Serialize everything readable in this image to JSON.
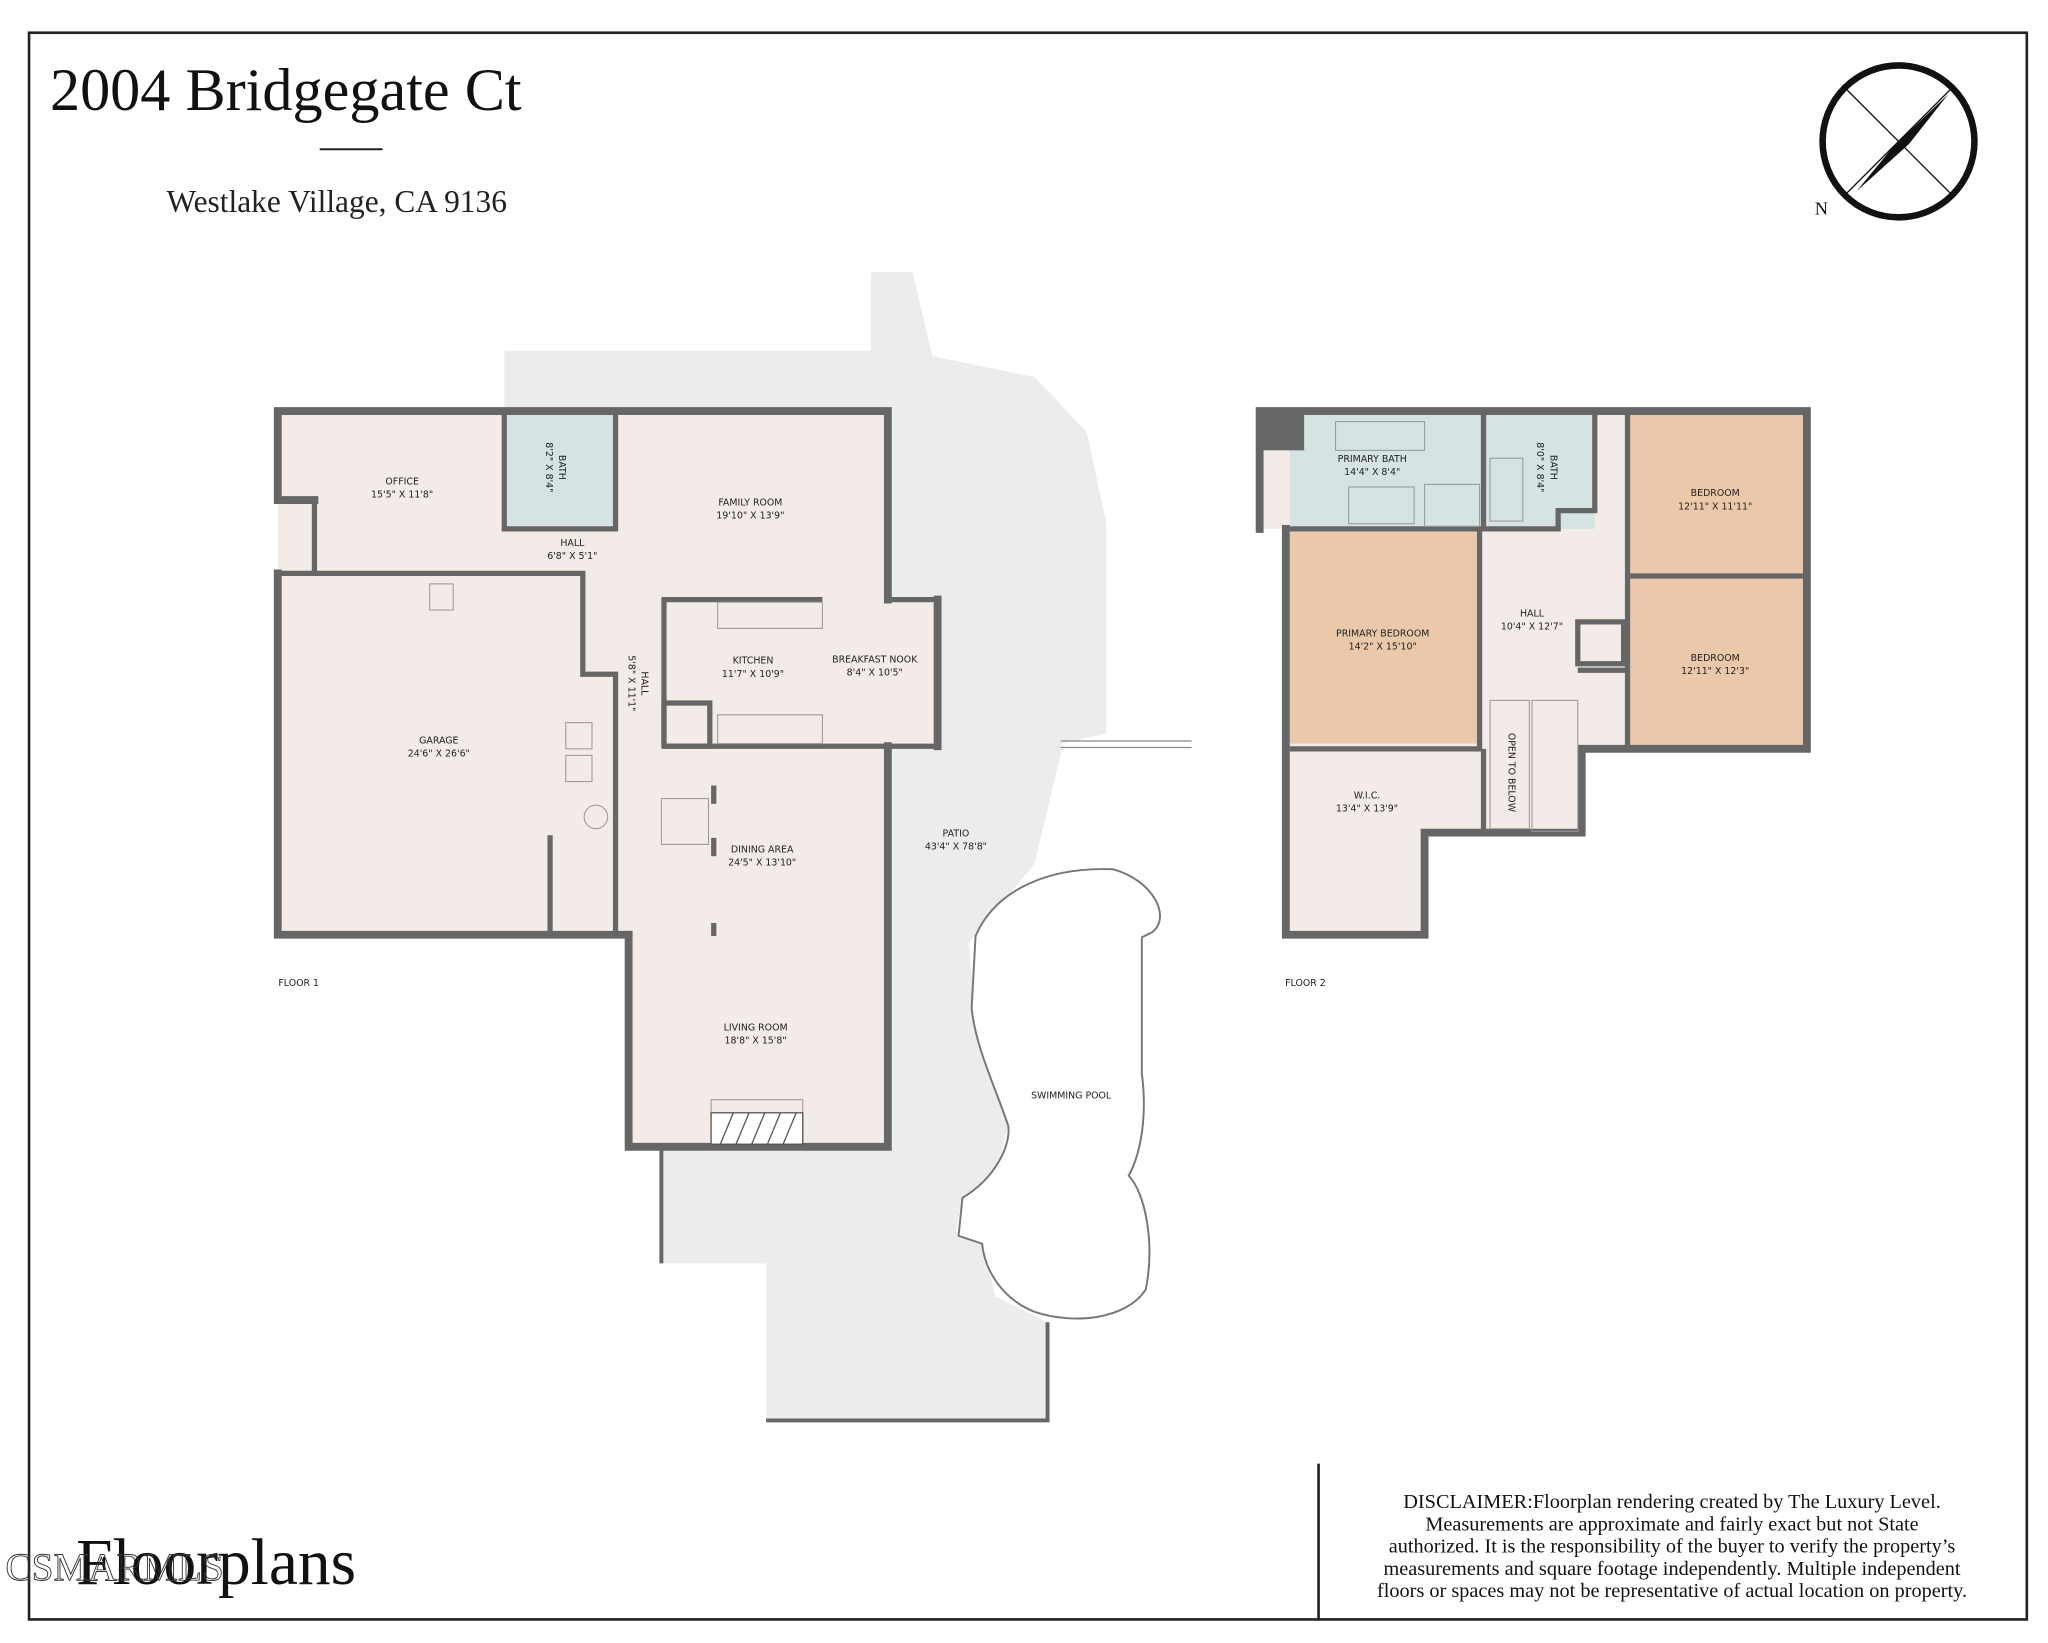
{
  "header": {
    "title": "2004 Bridgegate Ct",
    "subtitle": "Westlake Village, CA 9136",
    "compass_label": "N"
  },
  "footer": {
    "heading": "Floorplans",
    "watermark": "CSMARMLS",
    "disclaimer_lines": [
      "DISCLAIMER:Floorplan rendering created by The Luxury Level.",
      "Measurements are approximate and fairly exact but not State",
      "authorized. It is the responsibility of the buyer to verify the property’s",
      "measurements and square footage independently.  Multiple independent",
      "floors or spaces may not be representative of actual location on property."
    ]
  },
  "colors": {
    "wall": "#666666",
    "floor": "#f3ebe7",
    "bath": "#d5e3e3",
    "bedroom": "#ecc8aa",
    "patio": "#ececec"
  },
  "floor1": {
    "label": "FLOOR 1",
    "rooms": [
      {
        "name": "OFFICE",
        "size": "15'5\" X 11'8\""
      },
      {
        "name": "BATH",
        "size": "8'2\" X 8'4\""
      },
      {
        "name": "HALL",
        "size": "6'8\" X 5'1\""
      },
      {
        "name": "FAMILY ROOM",
        "size": "19'10\" X 13'9\""
      },
      {
        "name": "KITCHEN",
        "size": "11'7\" X 10'9\""
      },
      {
        "name": "BREAKFAST NOOK",
        "size": "8'4\" X 10'5\""
      },
      {
        "name": "HALL",
        "size": "5'8\" X 11'1\""
      },
      {
        "name": "GARAGE",
        "size": "24'6\" X 26'6\""
      },
      {
        "name": "DINING AREA",
        "size": "24'5\" X 13'10\""
      },
      {
        "name": "PATIO",
        "size": "43'4\" X 78'8\""
      },
      {
        "name": "LIVING ROOM",
        "size": "18'8\" X 15'8\""
      },
      {
        "name": "SWIMMING POOL",
        "size": ""
      }
    ]
  },
  "floor2": {
    "label": "FLOOR 2",
    "rooms": [
      {
        "name": "PRIMARY BATH",
        "size": "14'4\" X 8'4\""
      },
      {
        "name": "BATH",
        "size": "8'0\" X 8'4\""
      },
      {
        "name": "BEDROOM",
        "size": "12'11\" X 11'11\""
      },
      {
        "name": "HALL",
        "size": "10'4\" X 12'7\""
      },
      {
        "name": "PRIMARY BEDROOM",
        "size": "14'2\" X 15'10\""
      },
      {
        "name": "BEDROOM",
        "size": "12'11\" X 12'3\""
      },
      {
        "name": "OPEN TO BELOW",
        "size": ""
      },
      {
        "name": "W.I.C.",
        "size": "13'4\" X 13'9\""
      }
    ]
  }
}
